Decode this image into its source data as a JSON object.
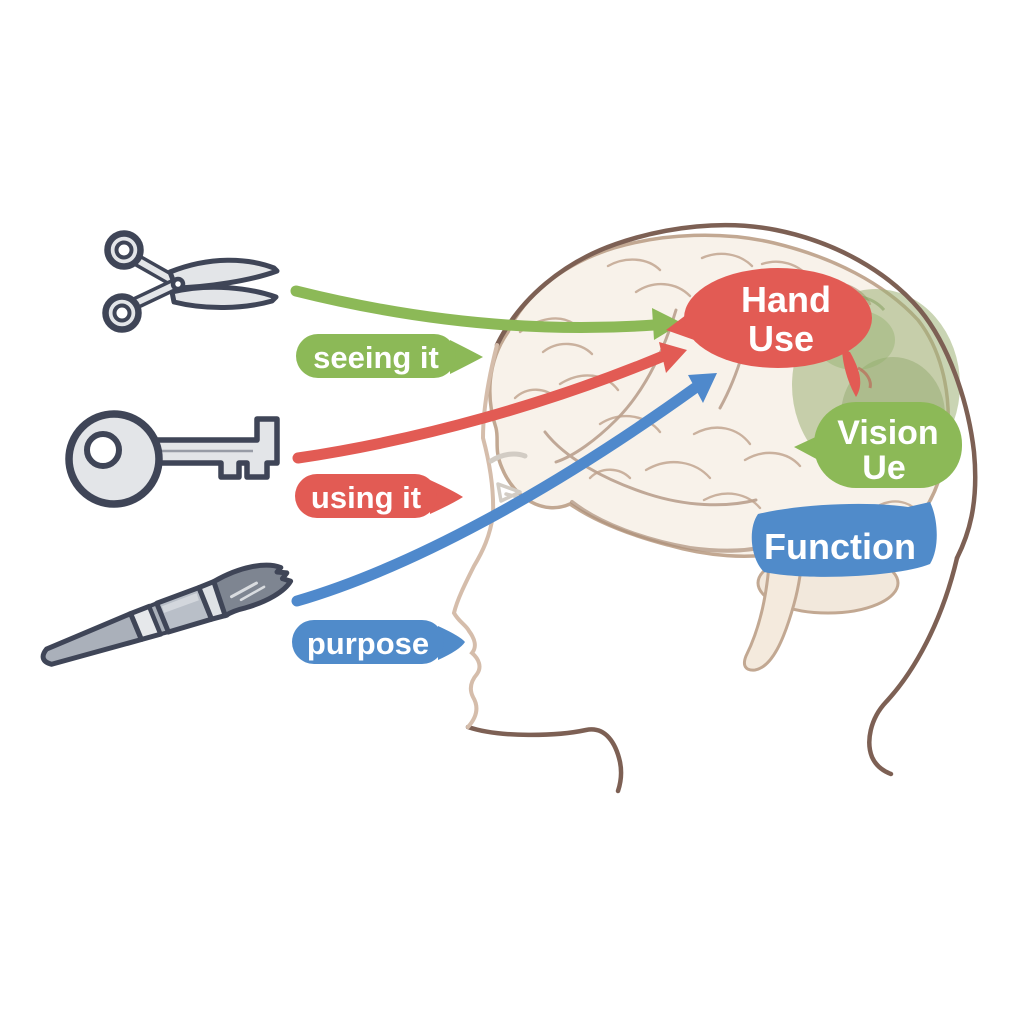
{
  "diagram_title": "object-recognition-to-brain pathways illustration",
  "icons": [
    "scissors-icon",
    "key-icon",
    "paintbrush-icon"
  ],
  "pathway_labels": {
    "seeing": "seeing it",
    "using": "using it",
    "purpose": "purpose"
  },
  "brain_labels": {
    "hand_use_line1": "Hand",
    "hand_use_line2": "Use",
    "vision_line1": "Vision",
    "vision_line2": "Ue",
    "function": "Function"
  },
  "palette": {
    "green": "#8cb957",
    "red": "#e25b54",
    "blue": "#508bca",
    "arrow_green": "#8cb957",
    "arrow_red": "#e25b54",
    "arrow_blue": "#4f89cc",
    "head_outline": "#7d6054",
    "face_line": "#d5bdab",
    "brain_outline": "#c2a892",
    "brain_fill": "#f8f2ea",
    "highlight_region_green": "#9db174",
    "icon_outline": "#3f4557",
    "icon_fill": "#e3e5e8",
    "label_text": "#ffffff"
  }
}
